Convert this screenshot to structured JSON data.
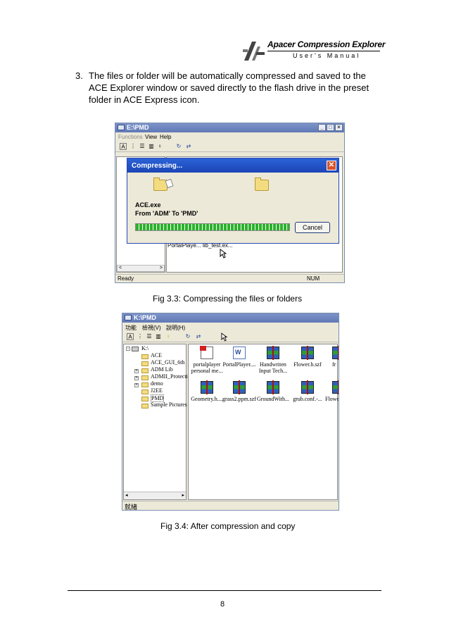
{
  "header": {
    "brand_title": "Apacer Compression Explorer",
    "brand_subtitle": "User's Manual"
  },
  "step": {
    "number": "3.",
    "text": "The files or folder will be automatically compressed and saved to the ACE Explorer window or saved directly to the flash drive in the preset folder in ACE Express icon."
  },
  "fig1": {
    "window_title": "E:\\PMD",
    "menu": [
      "Functions",
      "View",
      "Help"
    ],
    "dialog": {
      "title": "Compressing...",
      "file": "ACE.exe",
      "from_to": "From 'ADM' To 'PMD'",
      "progress": 1.0,
      "cancel_label": "Cancel"
    },
    "files": [
      "PortalPlaye...",
      "lib_test.ex..."
    ],
    "status_left": "Ready",
    "status_right": "NUM",
    "caption": "Fig 3.3: Compressing the files or folders"
  },
  "fig2": {
    "window_title": "K:\\PMD",
    "menu": [
      "功能",
      "檢視(V)",
      "說明(H)"
    ],
    "tree": [
      "K:\\",
      "ACE",
      "ACE_GUI_6th",
      "ADM Lib",
      "ADMII_Protecti",
      "demo",
      "J2EE",
      "PMD",
      "Sample Pictures"
    ],
    "files_row1": [
      {
        "line1": "portalplayer",
        "line2": "personal me...",
        "icon": "pdf-icon"
      },
      {
        "line1": "PortalPlayer....",
        "line2": "",
        "icon": "word-doc-icon"
      },
      {
        "line1": "Handwriten",
        "line2": "Input Tech...",
        "icon": "archive-icon"
      },
      {
        "line1": "Flower.h.szf",
        "line2": "",
        "icon": "archive-icon"
      },
      {
        "line1": "fr",
        "line2": "",
        "icon": "archive-icon"
      }
    ],
    "files_row2": [
      {
        "line1": "Geometry.h....",
        "icon": "archive-icon"
      },
      {
        "line1": "grass2.ppm.szf",
        "icon": "archive-icon"
      },
      {
        "line1": "GroundWith...",
        "icon": "archive-icon"
      },
      {
        "line1": "grub.conf.-...",
        "icon": "archive-icon"
      },
      {
        "line1": "Flowe",
        "icon": "archive-icon"
      }
    ],
    "status_left": "就緒",
    "caption": "Fig 3.4: After compression and copy"
  },
  "page_number": "8",
  "colors": {
    "titlebar": "#6079b6",
    "dialog_titlebar": "#1c45b5",
    "progress": "#2bb22b"
  }
}
